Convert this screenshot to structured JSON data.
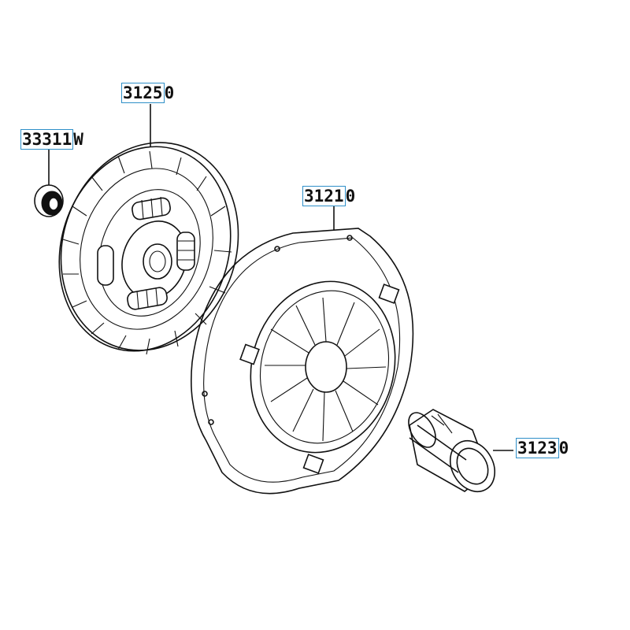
{
  "parts": [
    {
      "id": "33311W",
      "boxed": "33311",
      "tail": "W",
      "name": "pilot-bearing"
    },
    {
      "id": "31250",
      "boxed": "3125",
      "tail": "0",
      "name": "clutch-disc"
    },
    {
      "id": "31210",
      "boxed": "3121",
      "tail": "0",
      "name": "pressure-plate"
    },
    {
      "id": "31230",
      "boxed": "3123",
      "tail": "0",
      "name": "release-bearing"
    }
  ],
  "colors": {
    "label_box": "#2e8fc8",
    "line": "#111111"
  }
}
